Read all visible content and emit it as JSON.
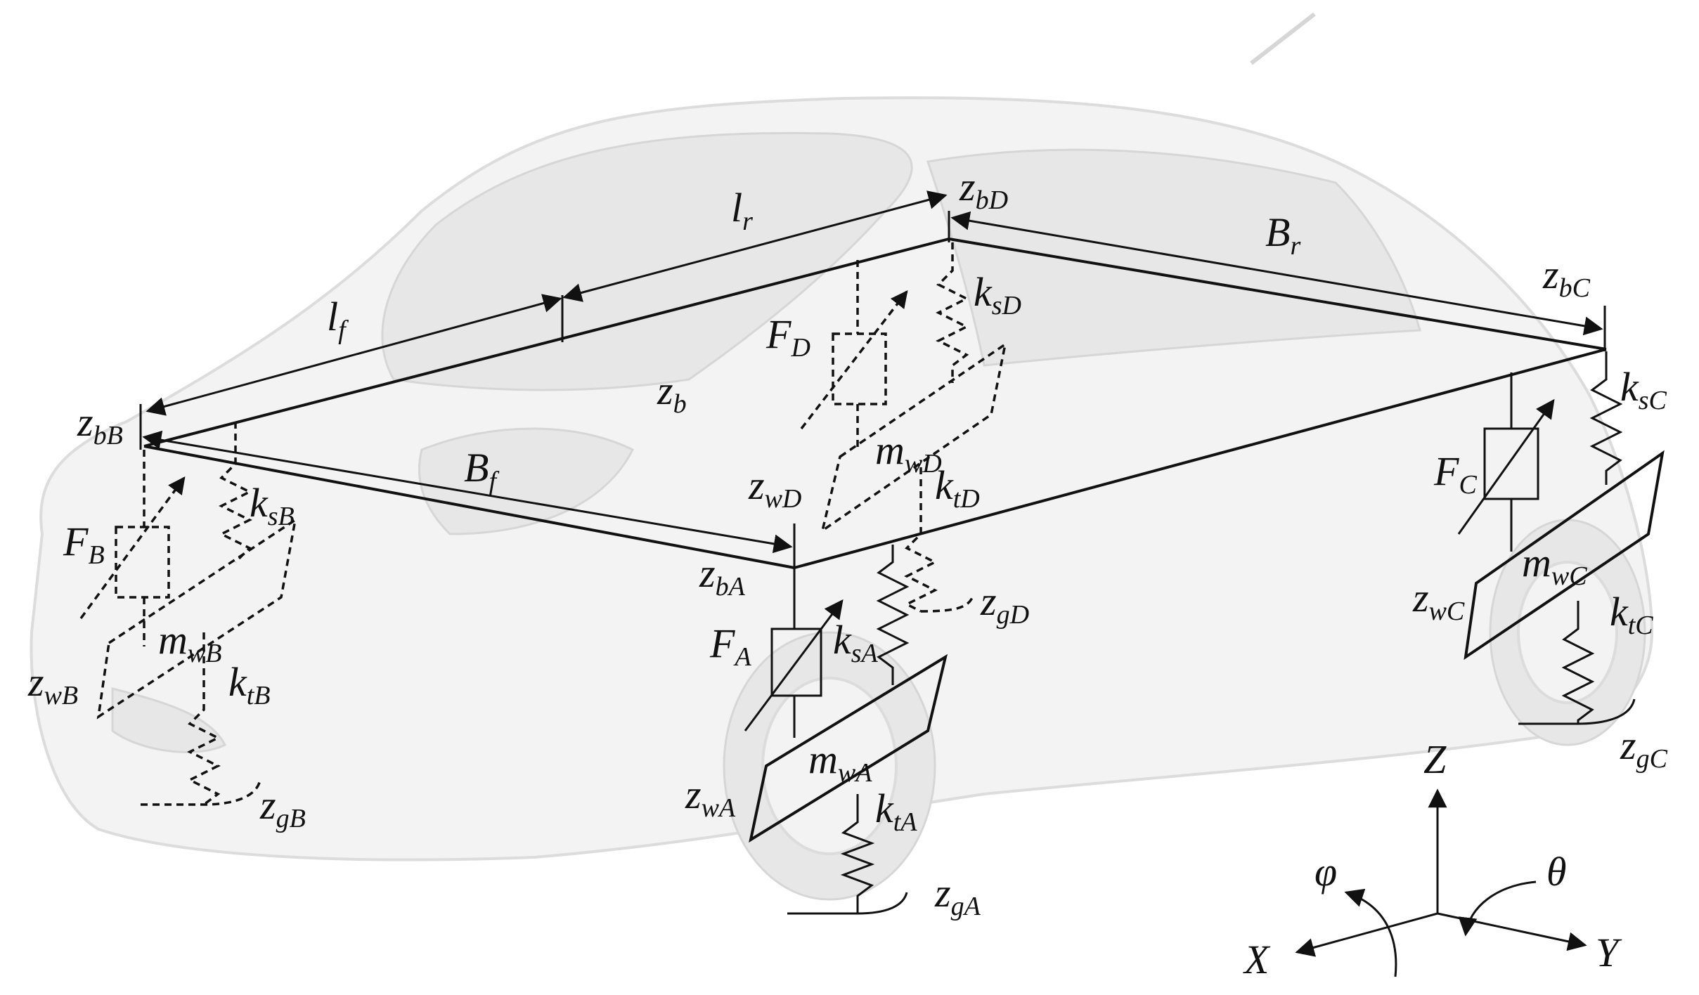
{
  "labels": {
    "zbD": {
      "main": "z",
      "sub": "bD"
    },
    "lr": {
      "main": "l",
      "sub": "r"
    },
    "Br": {
      "main": "B",
      "sub": "r"
    },
    "zbC": {
      "main": "z",
      "sub": "bC"
    },
    "lf": {
      "main": "l",
      "sub": "f"
    },
    "ksD": {
      "main": "k",
      "sub": "sD"
    },
    "FD": {
      "main": "F",
      "sub": "D"
    },
    "zb": {
      "main": "z",
      "sub": "b"
    },
    "zbB": {
      "main": "z",
      "sub": "bB"
    },
    "ksC": {
      "main": "k",
      "sub": "sC"
    },
    "mwD": {
      "main": "m",
      "sub": "wD"
    },
    "Bf": {
      "main": "B",
      "sub": "f"
    },
    "ksB": {
      "main": "k",
      "sub": "sB"
    },
    "zwD": {
      "main": "z",
      "sub": "wD"
    },
    "ktD": {
      "main": "k",
      "sub": "tD"
    },
    "FC": {
      "main": "F",
      "sub": "C"
    },
    "FB": {
      "main": "F",
      "sub": "B"
    },
    "zbA": {
      "main": "z",
      "sub": "bA"
    },
    "mwC": {
      "main": "m",
      "sub": "wC"
    },
    "zgD": {
      "main": "z",
      "sub": "gD"
    },
    "zwC": {
      "main": "z",
      "sub": "wC"
    },
    "ktC": {
      "main": "k",
      "sub": "tC"
    },
    "mwB": {
      "main": "m",
      "sub": "wB"
    },
    "FA": {
      "main": "F",
      "sub": "A"
    },
    "ksA": {
      "main": "k",
      "sub": "sA"
    },
    "zwB": {
      "main": "z",
      "sub": "wB"
    },
    "ktB": {
      "main": "k",
      "sub": "tB"
    },
    "mwA": {
      "main": "m",
      "sub": "wA"
    },
    "zgC": {
      "main": "z",
      "sub": "gC"
    },
    "zgB": {
      "main": "z",
      "sub": "gB"
    },
    "zwA": {
      "main": "z",
      "sub": "wA"
    },
    "ktA": {
      "main": "k",
      "sub": "tA"
    },
    "zgA": {
      "main": "z",
      "sub": "gA"
    }
  },
  "axes": {
    "Z": "Z",
    "X": "X",
    "Y": "Y",
    "phi": "φ",
    "theta": "θ"
  },
  "colors": {
    "ink": "#111111",
    "car": "#f1f1f1"
  }
}
